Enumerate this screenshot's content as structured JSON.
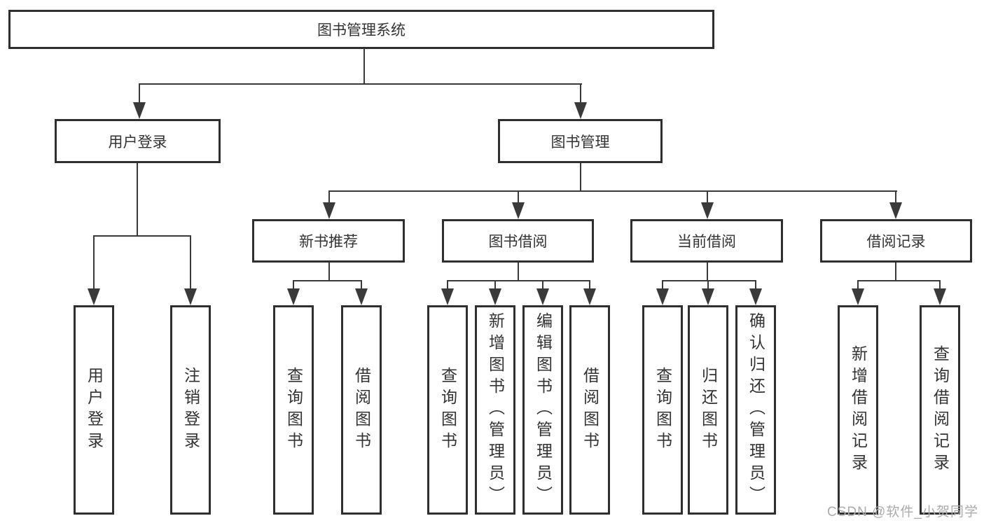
{
  "colors": {
    "page_bg": "#ffffff",
    "box_border": "#2f2f2f",
    "box_text": "#333333",
    "line": "#3a3a3a",
    "watermark": "#ababab"
  },
  "tree": {
    "label": "图书管理系统",
    "children": [
      {
        "label": "用户登录",
        "children": [
          {
            "label": "用户登录"
          },
          {
            "label": "注销登录"
          }
        ]
      },
      {
        "label": "图书管理",
        "children": [
          {
            "label": "新书推荐",
            "children": [
              {
                "label": "查询图书"
              },
              {
                "label": "借阅图书"
              }
            ]
          },
          {
            "label": "图书借阅",
            "children": [
              {
                "label": "查询图书"
              },
              {
                "label": "新增图书（管理员）"
              },
              {
                "label": "编辑图书（管理员）"
              },
              {
                "label": "借阅图书"
              }
            ]
          },
          {
            "label": "当前借阅",
            "children": [
              {
                "label": "查询图书"
              },
              {
                "label": "归还图书"
              },
              {
                "label": "确认归还（管理员）"
              }
            ]
          },
          {
            "label": "借阅记录",
            "children": [
              {
                "label": "新增借阅记录"
              },
              {
                "label": "查询借阅记录"
              }
            ]
          }
        ]
      }
    ]
  },
  "watermark": {
    "text": "CSDN @软件_小贺同学"
  }
}
